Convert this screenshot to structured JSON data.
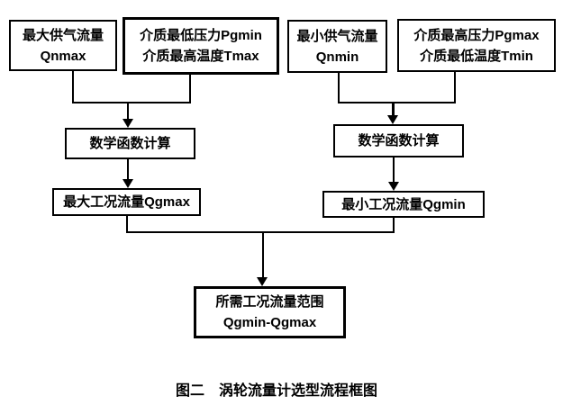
{
  "diagram": {
    "caption": "图二　涡轮流量计选型流程框图",
    "nodes": {
      "qnmax": {
        "line1": "最大供气流量",
        "line2": "Qnmax"
      },
      "pgmin_tmax": {
        "line1": "介质最低压力Pgmin",
        "line2": "介质最高温度Tmax"
      },
      "qnmin": {
        "line1": "最小供气流量",
        "line2": "Qnmin"
      },
      "pgmax_tmin": {
        "line1": "介质最高压力Pgmax",
        "line2": "介质最低温度Tmin"
      },
      "calc_left": {
        "label": "数学函数计算"
      },
      "calc_right": {
        "label": "数学函数计算"
      },
      "qgmax": {
        "label": "最大工况流量Qgmax"
      },
      "qgmin": {
        "label": "最小工况流量Qgmin"
      },
      "result": {
        "line1": "所需工况流量范围",
        "line2": "Qgmin-Qgmax"
      }
    },
    "colors": {
      "line": "#000000",
      "text": "#000000",
      "background": "#ffffff"
    }
  }
}
